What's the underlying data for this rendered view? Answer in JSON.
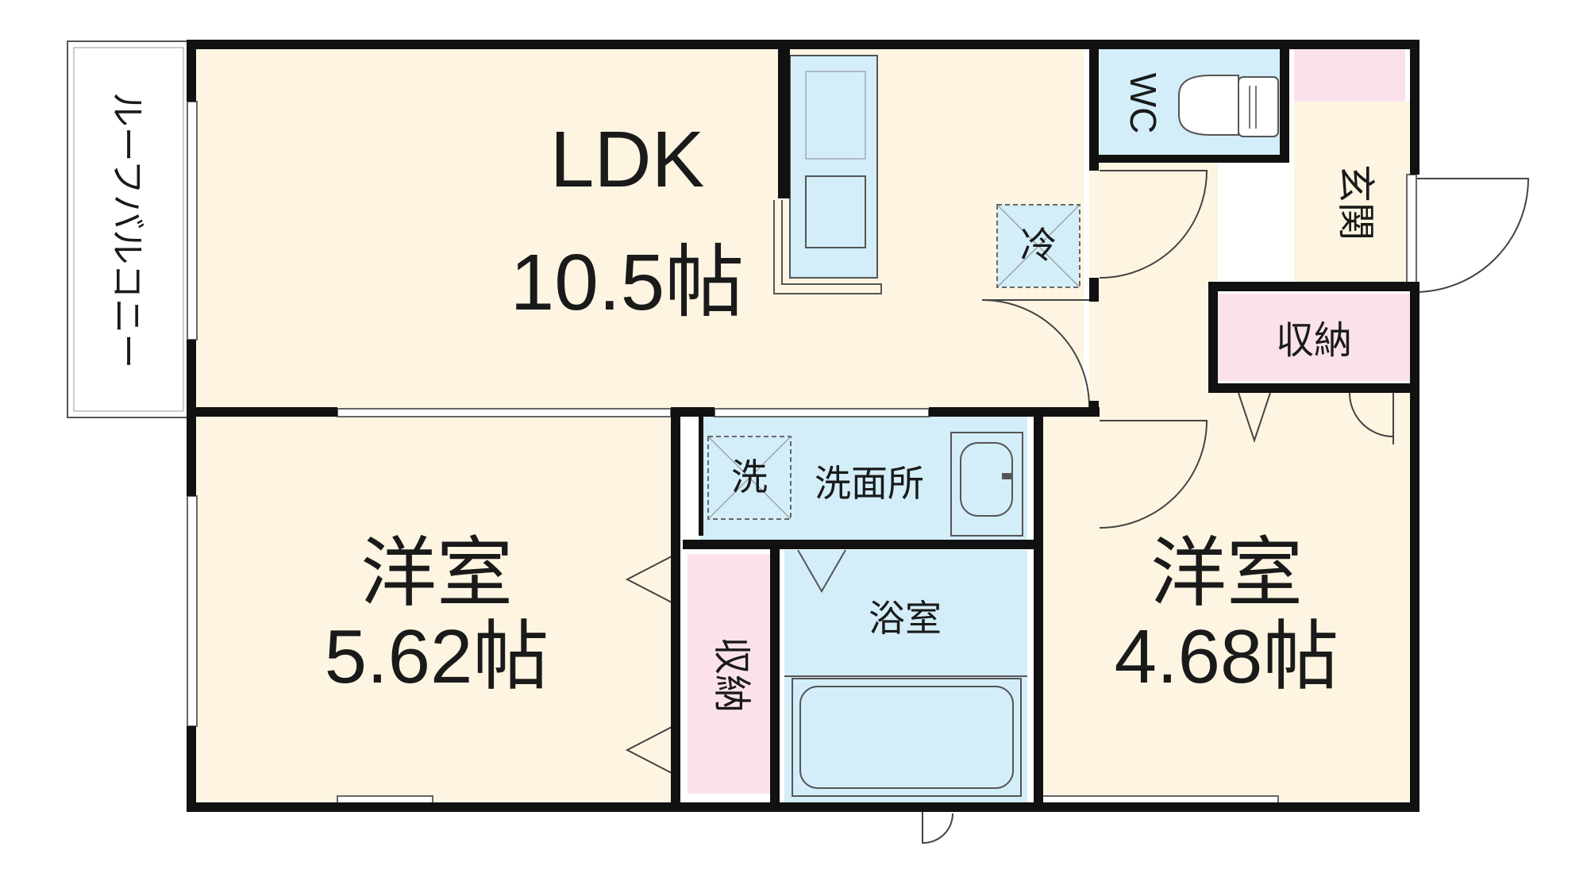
{
  "colors": {
    "room": "#fdf5e2",
    "water": "#d3eef9",
    "storage": "#fbe2ea",
    "wall": "#111111",
    "line": "#333333",
    "balcony": "#ffffff"
  },
  "rooms": {
    "ldk": {
      "name": "LDK",
      "size": "10.5帖"
    },
    "western_left": {
      "name": "洋室",
      "size": "5.62帖"
    },
    "western_right": {
      "name": "洋室",
      "size": "4.68帖"
    },
    "washroom": {
      "name": "洗面所"
    },
    "bathroom": {
      "name": "浴室"
    },
    "toilet": {
      "name": "WC"
    },
    "entrance": {
      "name": "玄関"
    },
    "storage_upper": {
      "name": "収納"
    },
    "storage_lower": {
      "name": "収納"
    },
    "roof_balcony": {
      "name": "ルーフバルコニー"
    }
  },
  "fixtures": {
    "refrigerator": "冷",
    "washing_machine": "洗"
  }
}
